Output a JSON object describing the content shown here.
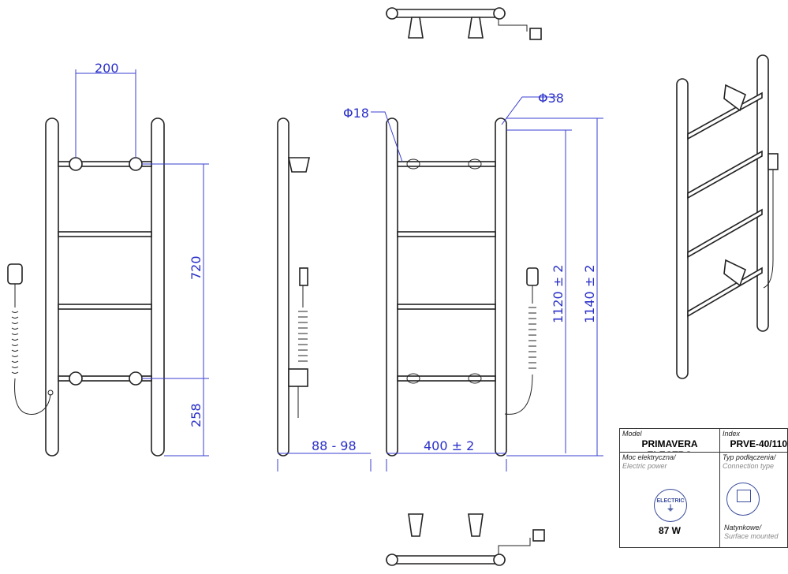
{
  "dimensions": {
    "rung_spacing_width": "200",
    "rung_spacing_height": "720",
    "bottom_offset": "258",
    "wall_distance": "88 - 98",
    "width": "400  ± 2",
    "height_inner": "1120 ± 2",
    "height_total": "1140 ± 2",
    "rung_diameter": "Φ18",
    "rail_diameter": "Φ38"
  },
  "table": {
    "model_label": "Model",
    "model_value": "PRIMAVERA ELECTRO",
    "index_label": "Index",
    "index_value": "PRVE-40/110",
    "power_label_pl": "Moc elektryczna/",
    "power_label_en": "Electric power",
    "power_icon_text": "ELECTRIC",
    "power_value": "87 W",
    "connection_label_pl": "Typ podłączenia/",
    "connection_label_en": "Connection type",
    "connection_value_pl": "Natynkowe/",
    "connection_value_en": "Surface mounted"
  },
  "colors": {
    "dimension": "#2a30c8"
  }
}
